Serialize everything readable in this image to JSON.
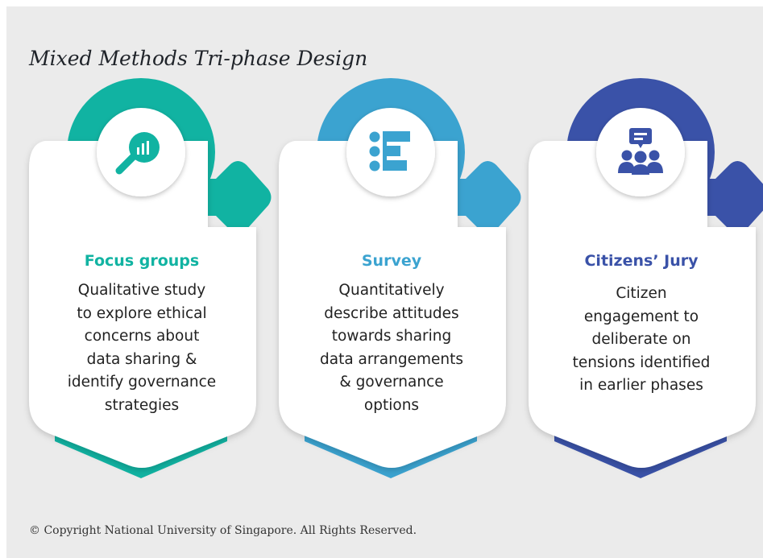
{
  "title": "Mixed Methods Tri-phase Design",
  "phases": [
    {
      "title": "Focus groups",
      "body": [
        "Qualitative study",
        "to explore ethical",
        "concerns about",
        "data sharing &",
        "identify governance",
        "strategies"
      ],
      "color": "#11b3a2",
      "dark": "#0e8f82",
      "icon": "magnifier-chart-icon"
    },
    {
      "title": "Survey",
      "body": [
        "Quantitatively",
        "describe attitudes",
        "towards sharing",
        "data arrangements",
        "& governance",
        "options"
      ],
      "color": "#3ba3d0",
      "dark": "#2b85ae",
      "icon": "survey-list-icon"
    },
    {
      "title": "Citizens’ Jury",
      "body": [
        "Citizen",
        "engagement to",
        "deliberate on",
        "tensions identified",
        "in earlier phases"
      ],
      "color": "#3a52a8",
      "dark": "#2c3f8c",
      "icon": "discussion-group-icon"
    }
  ],
  "footer": "© Copyright National University of Singapore. All Rights Reserved."
}
